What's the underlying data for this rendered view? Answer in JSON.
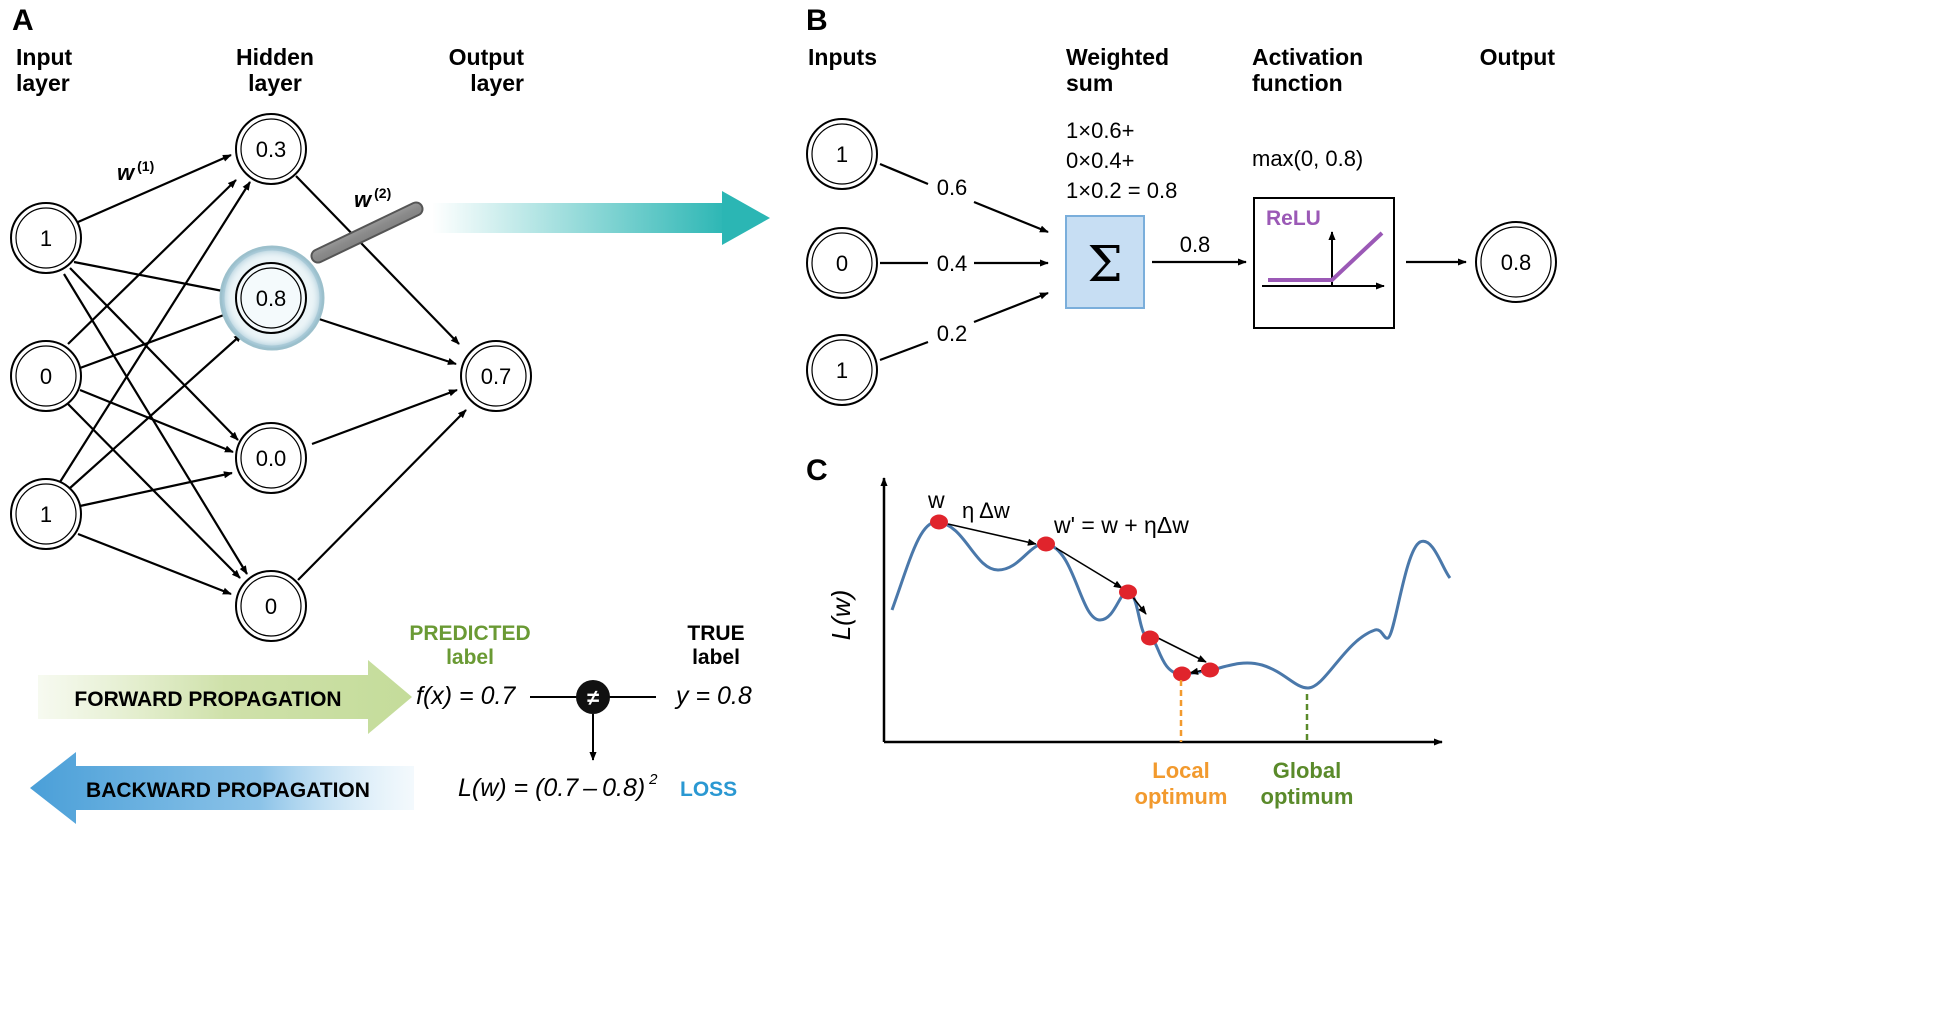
{
  "panel_a": {
    "letter": "A",
    "headers": {
      "input": [
        "Input",
        "layer"
      ],
      "hidden": [
        "Hidden",
        "layer"
      ],
      "output": [
        "Output",
        "layer"
      ]
    },
    "inputs": [
      "1",
      "0",
      "1"
    ],
    "hidden": [
      "0.3",
      "0.8",
      "0.0",
      "0"
    ],
    "output": "0.7",
    "w1": {
      "base": "w",
      "sup": "(1)"
    },
    "w2": {
      "base": "w",
      "sup": "(2)"
    },
    "forward": "FORWARD PROPAGATION",
    "backward": "BACKWARD PROPAGATION",
    "predicted": [
      "PREDICTED",
      "label"
    ],
    "true_label": [
      "TRUE",
      "label"
    ],
    "fx": "f(x) = 0.7",
    "yval": "y = 0.8",
    "neq": "≠",
    "loss_formula": "L(w) = (0.7 – 0.8)",
    "loss_sup": "2",
    "loss_word": "LOSS"
  },
  "panel_b": {
    "letter": "B",
    "headers": {
      "inputs": [
        "Inputs"
      ],
      "sum": [
        "Weighted",
        "sum"
      ],
      "act": [
        "Activation",
        "function"
      ],
      "out": [
        "Output"
      ]
    },
    "inputs": [
      "1",
      "0",
      "1"
    ],
    "weights": [
      "0.6",
      "0.4",
      "0.2"
    ],
    "sum_lines": [
      "1×0.6+",
      "0×0.4+",
      "1×0.2 = 0.8"
    ],
    "sigma": "Σ",
    "sum_out": "0.8",
    "max_text": "max(0, 0.8)",
    "relu": "ReLU",
    "output": "0.8"
  },
  "panel_c": {
    "letter": "C",
    "ylabel": "L(w)",
    "w_label": "w",
    "step_label": "η Δw",
    "update_label": "w' = w + ηΔw",
    "local": [
      "Local",
      "optimum"
    ],
    "global": [
      "Global",
      "optimum"
    ]
  },
  "colors": {
    "green": "#6a9a34",
    "blue": "#2a98d2",
    "teal": "#2bb6b4",
    "sum_fill": "#c7def3",
    "sum_stroke": "#7aaedb",
    "relu": "#9b59b6",
    "curve": "#4a78aa",
    "dot": "#e0242c",
    "orange": "#f29a2e",
    "dkgreen": "#5a8a2a"
  }
}
